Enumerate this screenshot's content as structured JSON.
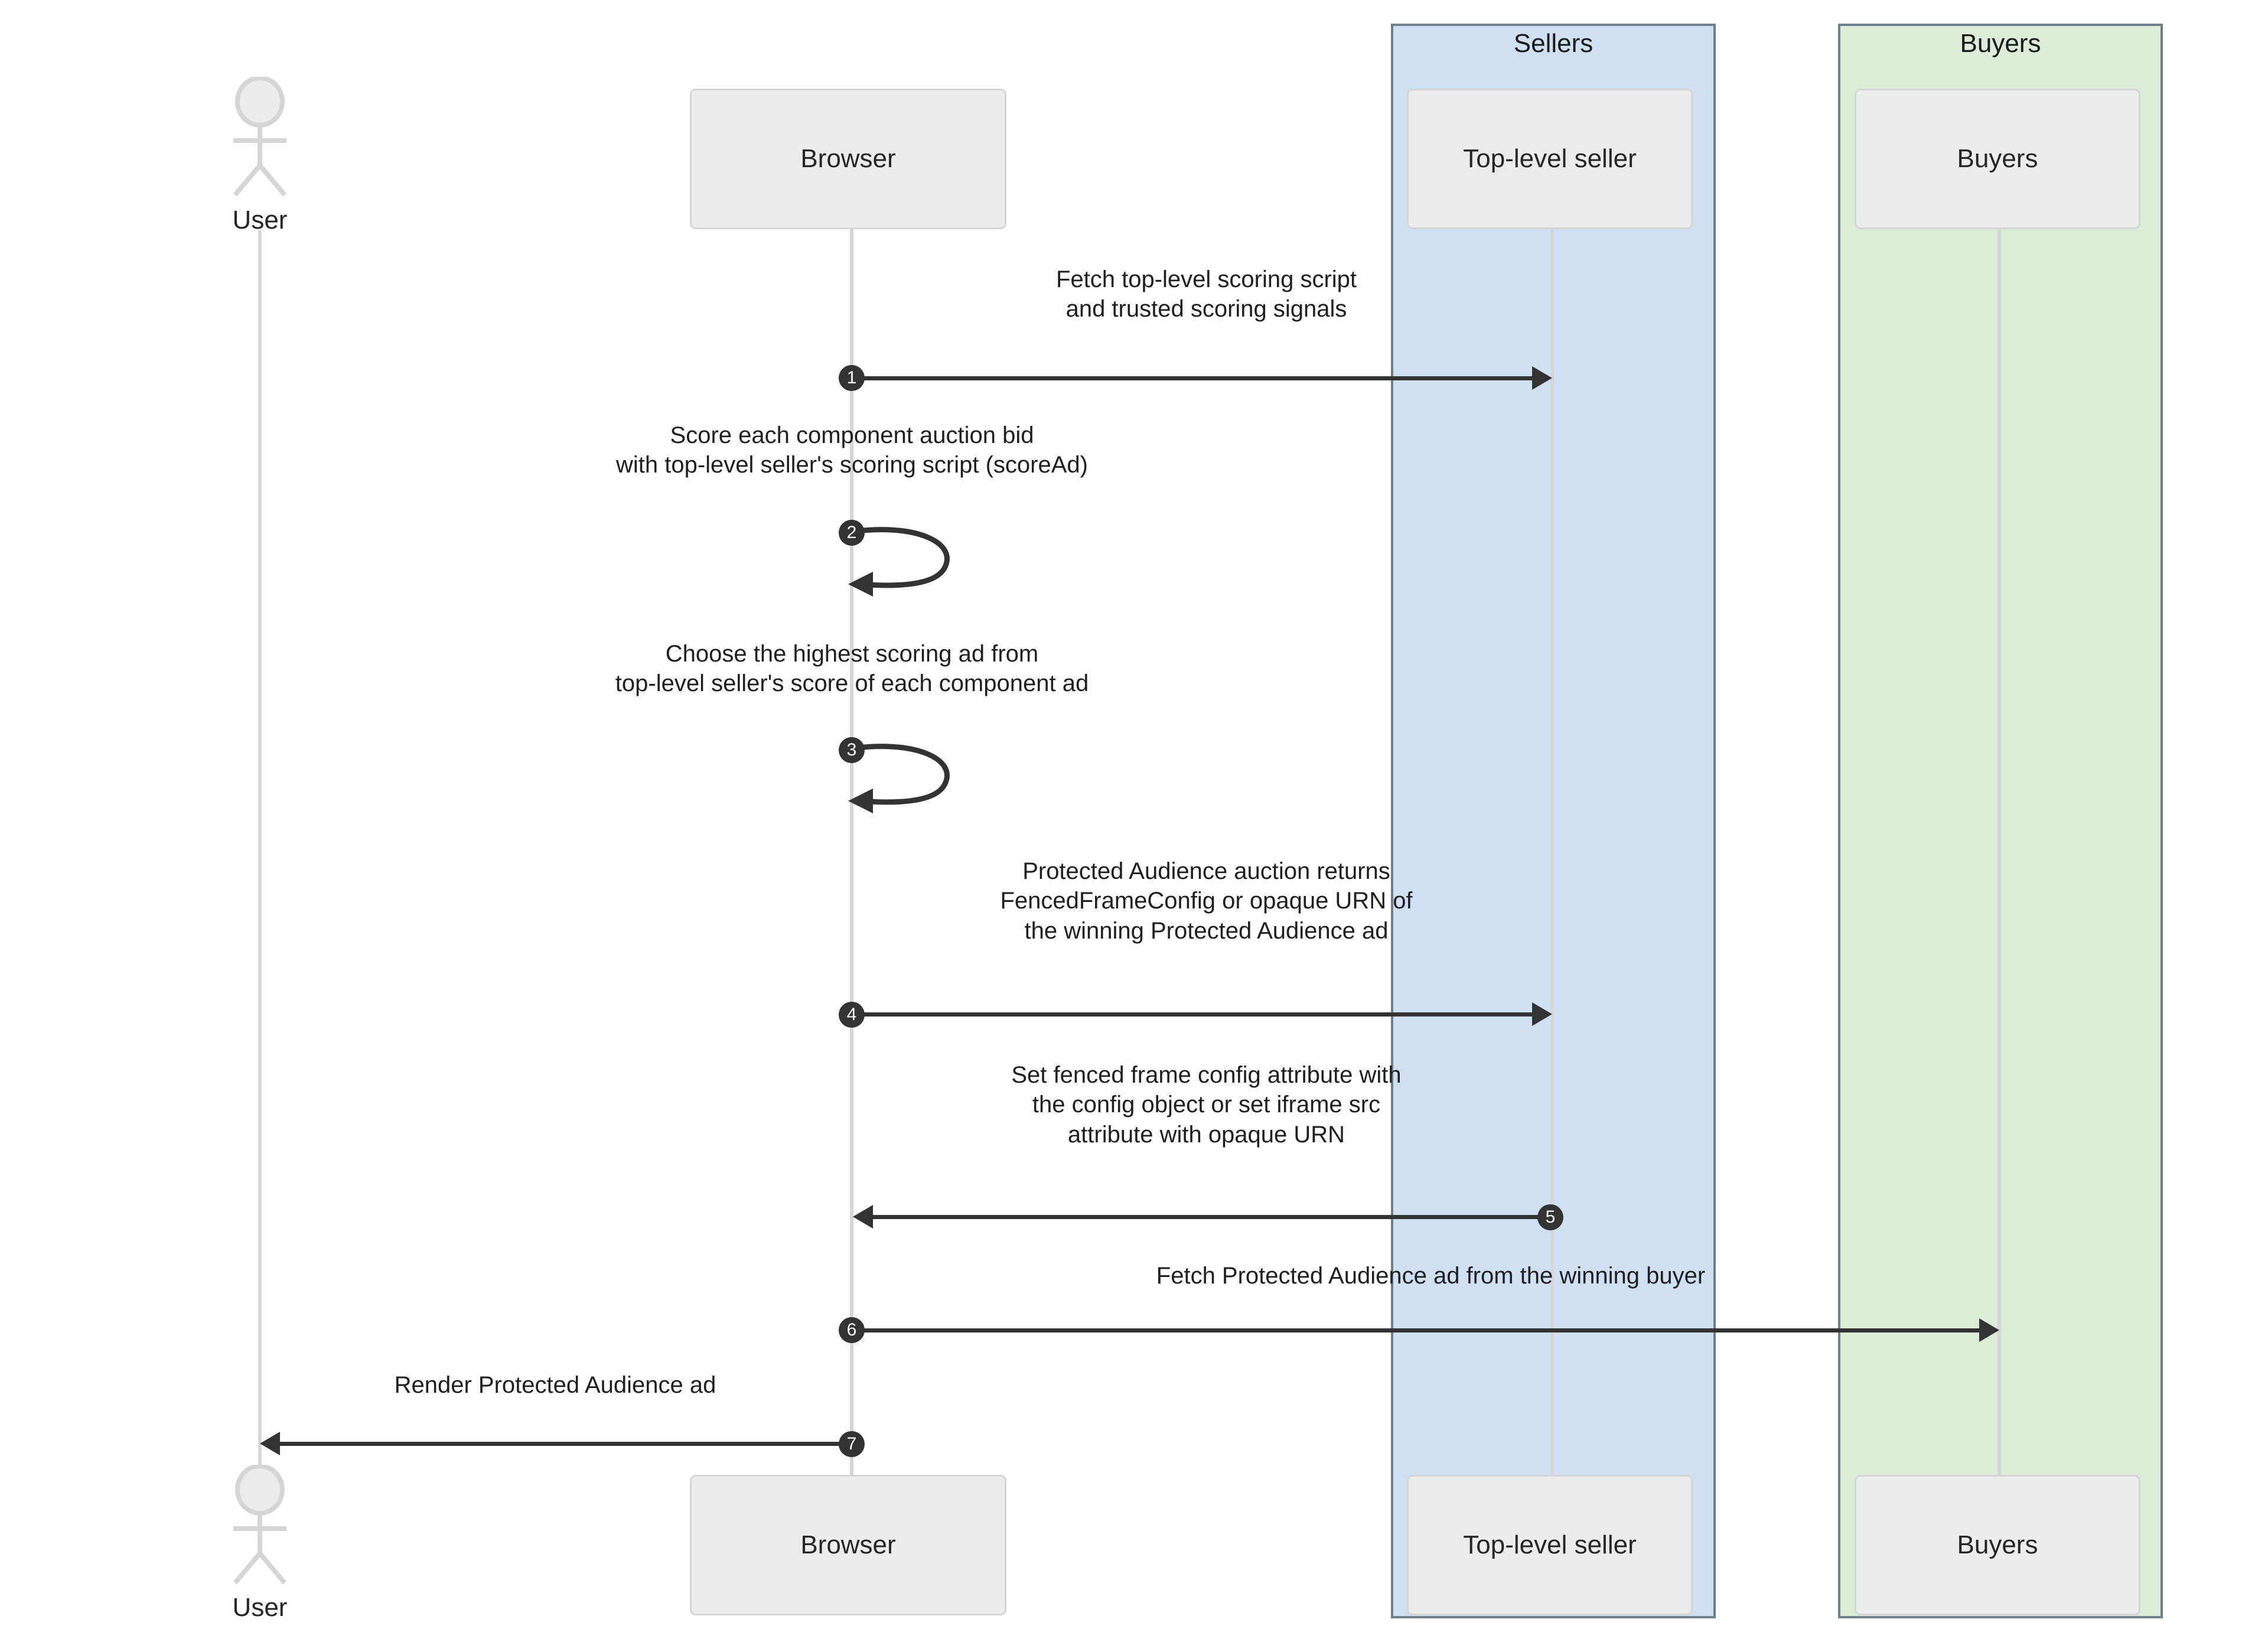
{
  "diagram": {
    "type": "sequence-diagram",
    "title": "Protected Audience top-level auction sequence"
  },
  "colors": {
    "sellers_fill": "#cfe0f3",
    "buyers_fill": "#dcecd9",
    "group_border": "#707f8c",
    "participant_fill": "#ececec",
    "participant_border": "#d6d6d6",
    "lifeline": "#d6d6d6",
    "arrow": "#333333",
    "text": "#1f1f1f"
  },
  "groups": [
    {
      "id": "sellers",
      "label": "Sellers"
    },
    {
      "id": "buyers",
      "label": "Buyers"
    }
  ],
  "participants": [
    {
      "id": "user",
      "label": "User",
      "kind": "actor"
    },
    {
      "id": "browser",
      "label": "Browser",
      "kind": "box"
    },
    {
      "id": "seller",
      "label": "Top-level seller",
      "kind": "box",
      "group": "sellers"
    },
    {
      "id": "buyers",
      "label": "Buyers",
      "kind": "box",
      "group": "buyers"
    }
  ],
  "participants_bottom": [
    {
      "id": "user",
      "label": "User",
      "kind": "actor"
    },
    {
      "id": "browser",
      "label": "Browser",
      "kind": "box"
    },
    {
      "id": "seller",
      "label": "Top-level seller",
      "kind": "box",
      "group": "sellers"
    },
    {
      "id": "buyers",
      "label": "Buyers",
      "kind": "box",
      "group": "buyers"
    }
  ],
  "messages": [
    {
      "num": "1",
      "from": "browser",
      "to": "seller",
      "direction": "right",
      "self": false,
      "text": "Fetch top-level scoring script\nand trusted scoring signals"
    },
    {
      "num": "2",
      "from": "browser",
      "to": "browser",
      "direction": "self",
      "self": true,
      "text": "Score each component auction bid\nwith top-level seller's scoring script (scoreAd)"
    },
    {
      "num": "3",
      "from": "browser",
      "to": "browser",
      "direction": "self",
      "self": true,
      "text": "Choose the highest scoring ad from\ntop-level seller's score of each component ad"
    },
    {
      "num": "4",
      "from": "browser",
      "to": "seller",
      "direction": "right",
      "self": false,
      "text": "Protected Audience auction returns\nFencedFrameConfig or opaque URN of\nthe winning Protected Audience ad"
    },
    {
      "num": "5",
      "from": "seller",
      "to": "browser",
      "direction": "left",
      "self": false,
      "text": "Set fenced frame config attribute with\nthe config object or set iframe src\nattribute with opaque URN"
    },
    {
      "num": "6",
      "from": "browser",
      "to": "buyers",
      "direction": "right",
      "self": false,
      "text": "Fetch Protected Audience ad from the winning buyer"
    },
    {
      "num": "7",
      "from": "browser",
      "to": "user",
      "direction": "left",
      "self": false,
      "text": "Render Protected Audience ad"
    }
  ]
}
